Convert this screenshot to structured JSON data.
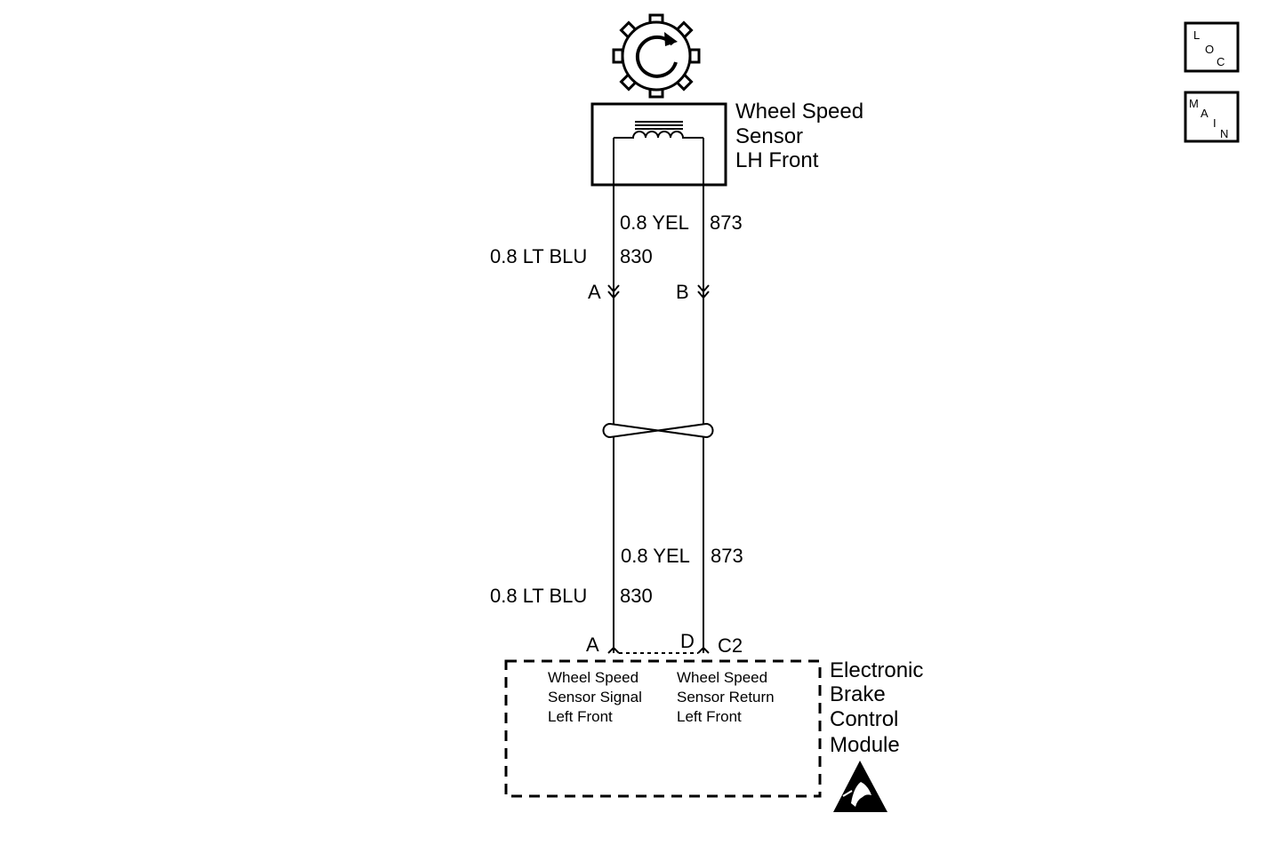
{
  "sensor": {
    "name_line1": "Wheel Speed",
    "name_line2": "Sensor",
    "name_line3": "LH Front"
  },
  "wires_top": {
    "yel": "0.8 YEL",
    "yel_circuit": "873",
    "blu": "0.8  LT BLU",
    "blu_circuit": "830"
  },
  "connector_top": {
    "pin_a": "A",
    "pin_b": "B"
  },
  "wires_bottom": {
    "yel": "0.8 YEL",
    "yel_circuit": "873",
    "blu": "0.8  LT BLU",
    "blu_circuit": "830"
  },
  "connector_bottom": {
    "pin_a": "A",
    "pin_d": "D",
    "connector_id": "C2"
  },
  "module": {
    "name_line1": "Electronic",
    "name_line2": "Brake",
    "name_line3": "Control",
    "name_line4": "Module",
    "input_a_line1": "Wheel Speed",
    "input_a_line2": "Sensor Signal",
    "input_a_line3": "Left Front",
    "input_d_line1": "Wheel Speed",
    "input_d_line2": "Sensor Return",
    "input_d_line3": "Left Front"
  },
  "nav": {
    "loc_l": "L",
    "loc_o": "O",
    "loc_c": "C",
    "main_m": "M",
    "main_a": "A",
    "main_i": "I",
    "main_n": "N"
  },
  "icons": [
    "tone-wheel-icon",
    "esd-warning-icon",
    "twisted-pair-icon"
  ]
}
